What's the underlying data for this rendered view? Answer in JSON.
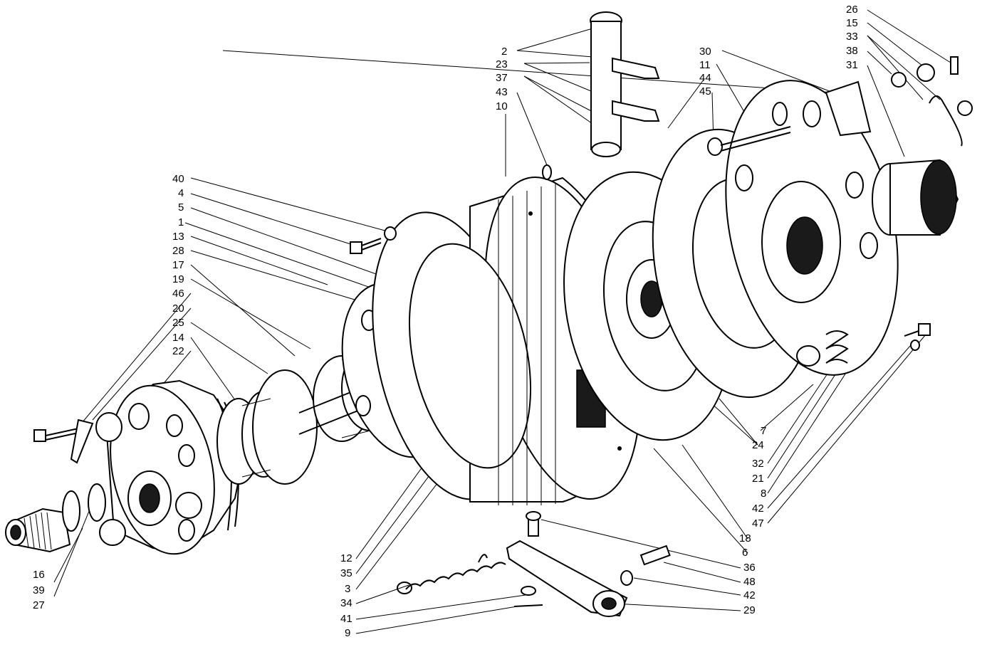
{
  "labels": {
    "l2": "2",
    "l23": "23",
    "l37": "37",
    "l43": "43",
    "l10": "10",
    "l30": "30",
    "l11": "11",
    "l44": "44",
    "l45": "45",
    "l26": "26",
    "l15": "15",
    "l33": "33",
    "l38": "38",
    "l31": "31",
    "l40": "40",
    "l4": "4",
    "l5": "5",
    "l1": "1",
    "l13": "13",
    "l28": "28",
    "l17": "17",
    "l19": "19",
    "l46": "46",
    "l20": "20",
    "l25": "25",
    "l14": "14",
    "l22": "22",
    "l7": "7",
    "l24": "24",
    "l32": "32",
    "l21": "21",
    "l8": "8",
    "l42a": "42",
    "l47": "47",
    "l18": "18",
    "l6": "6",
    "l36": "36",
    "l48": "48",
    "l42b": "42",
    "l29": "29",
    "l12": "12",
    "l35": "35",
    "l3": "3",
    "l34": "34",
    "l41": "41",
    "l9": "9",
    "l16": "16",
    "l39": "39",
    "l27": "27"
  }
}
